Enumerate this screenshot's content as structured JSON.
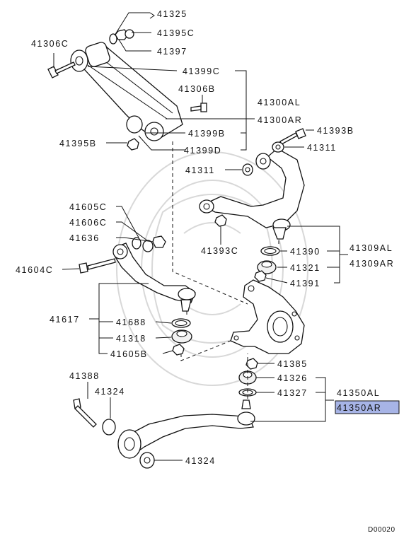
{
  "diagram": {
    "labels": {
      "p41325": "41325",
      "p41395C": "41395C",
      "p41397": "41397",
      "p41306C": "41306C",
      "p41399C": "41399C",
      "p41306B": "41306B",
      "p41300AL": "41300AL",
      "p41300AR": "41300AR",
      "p41399B": "41399B",
      "p41395B": "41395B",
      "p41399D": "41399D",
      "p41393B": "41393B",
      "p41311a": "41311",
      "p41311b": "41311",
      "p41605C": "41605C",
      "p41606C": "41606C",
      "p41636": "41636",
      "p41604C": "41604C",
      "p41393C": "41393C",
      "p41390": "41390",
      "p41309AL": "41309AL",
      "p41309AR": "41309AR",
      "p41321": "41321",
      "p41391": "41391",
      "p41617": "41617",
      "p41688": "41688",
      "p41318": "41318",
      "p41605B": "41605B",
      "p41385": "41385",
      "p41388": "41388",
      "p41324a": "41324",
      "p41326": "41326",
      "p41327": "41327",
      "p41350AL": "41350AL",
      "p41350AR": "41350AR",
      "p41324b": "41324"
    },
    "highlight_color": "#a7b4e6",
    "diagram_code": "D00020"
  }
}
